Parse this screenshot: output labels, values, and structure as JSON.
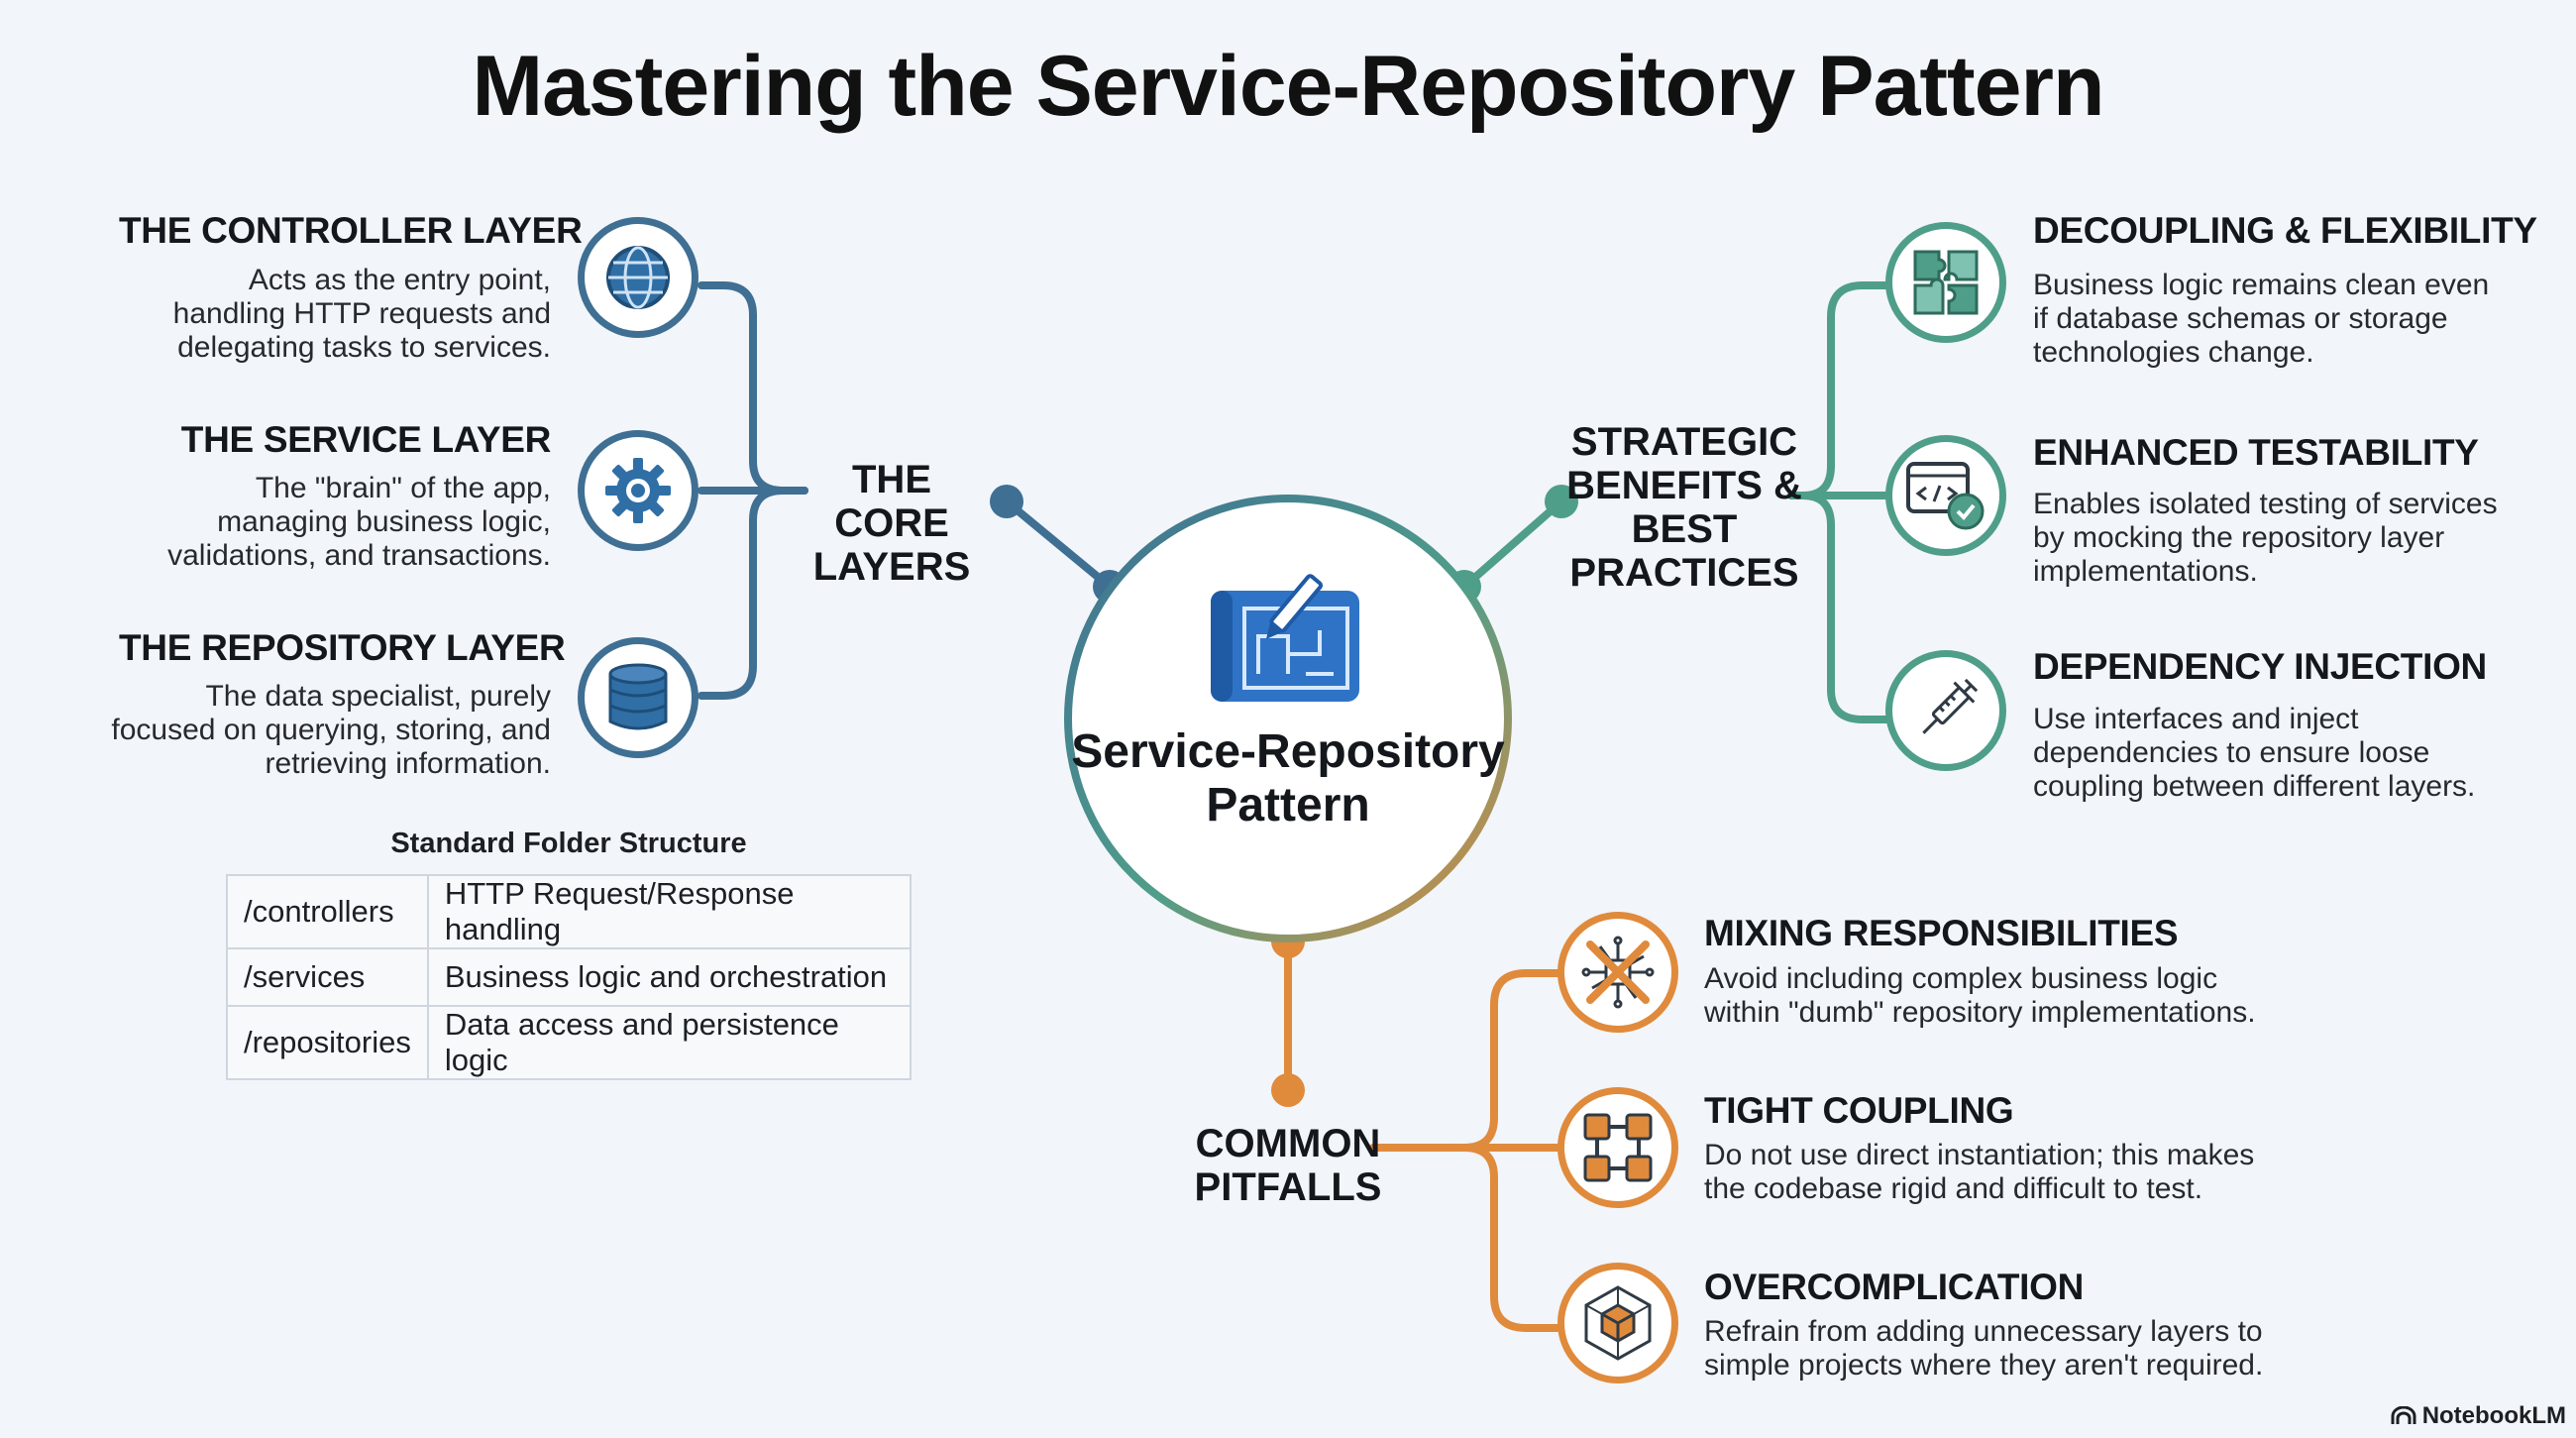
{
  "title": "Mastering the Service-Repository Pattern",
  "hub": {
    "label": "Service-Repository Pattern"
  },
  "core": {
    "label": "THE CORE LAYERS",
    "items": [
      {
        "icon": "globe-icon",
        "heading": "THE CONTROLLER LAYER",
        "text": "Acts as the entry point, handling HTTP requests and delegating tasks to services."
      },
      {
        "icon": "gear-icon",
        "heading": "THE SERVICE LAYER",
        "text": "The \"brain\" of the app, managing business logic, validations, and transactions."
      },
      {
        "icon": "database-icon",
        "heading": "THE REPOSITORY LAYER",
        "text": "The data specialist, purely focused on querying, storing, and retrieving information."
      }
    ]
  },
  "folders": {
    "title": "Standard Folder Structure",
    "rows": [
      [
        "/controllers",
        "HTTP Request/Response handling"
      ],
      [
        "/services",
        "Business logic and orchestration"
      ],
      [
        "/repositories",
        "Data access and persistence logic"
      ]
    ]
  },
  "benefits": {
    "label": "STRATEGIC BENEFITS & BEST PRACTICES",
    "items": [
      {
        "icon": "puzzle-icon",
        "heading": "DECOUPLING & FLEXIBILITY",
        "text": "Business logic remains clean even if database schemas or storage technologies change."
      },
      {
        "icon": "code-check-icon",
        "heading": "ENHANCED TESTABILITY",
        "text": "Enables isolated testing of services by mocking the repository layer implementations."
      },
      {
        "icon": "syringe-icon",
        "heading": "DEPENDENCY INJECTION",
        "text": "Use interfaces and inject dependencies to ensure loose coupling between different layers."
      }
    ]
  },
  "pitfalls": {
    "label": "COMMON PITFALLS",
    "items": [
      {
        "icon": "crossed-circuit-icon",
        "heading": "MIXING RESPONSIBILITIES",
        "text": "Avoid including complex business logic within \"dumb\" repository implementations."
      },
      {
        "icon": "coupled-blocks-icon",
        "heading": "TIGHT COUPLING",
        "text": "Do not use direct instantiation; this makes the codebase rigid and difficult to test."
      },
      {
        "icon": "cube-icon",
        "heading": "OVERCOMPLICATION",
        "text": "Refrain from adding unnecessary layers to simple projects where they aren't required."
      }
    ]
  },
  "brand": "NotebookLM",
  "colors": {
    "core": "#3f6f93",
    "benefits": "#4f9e8a",
    "pitfalls": "#e08a3c"
  }
}
